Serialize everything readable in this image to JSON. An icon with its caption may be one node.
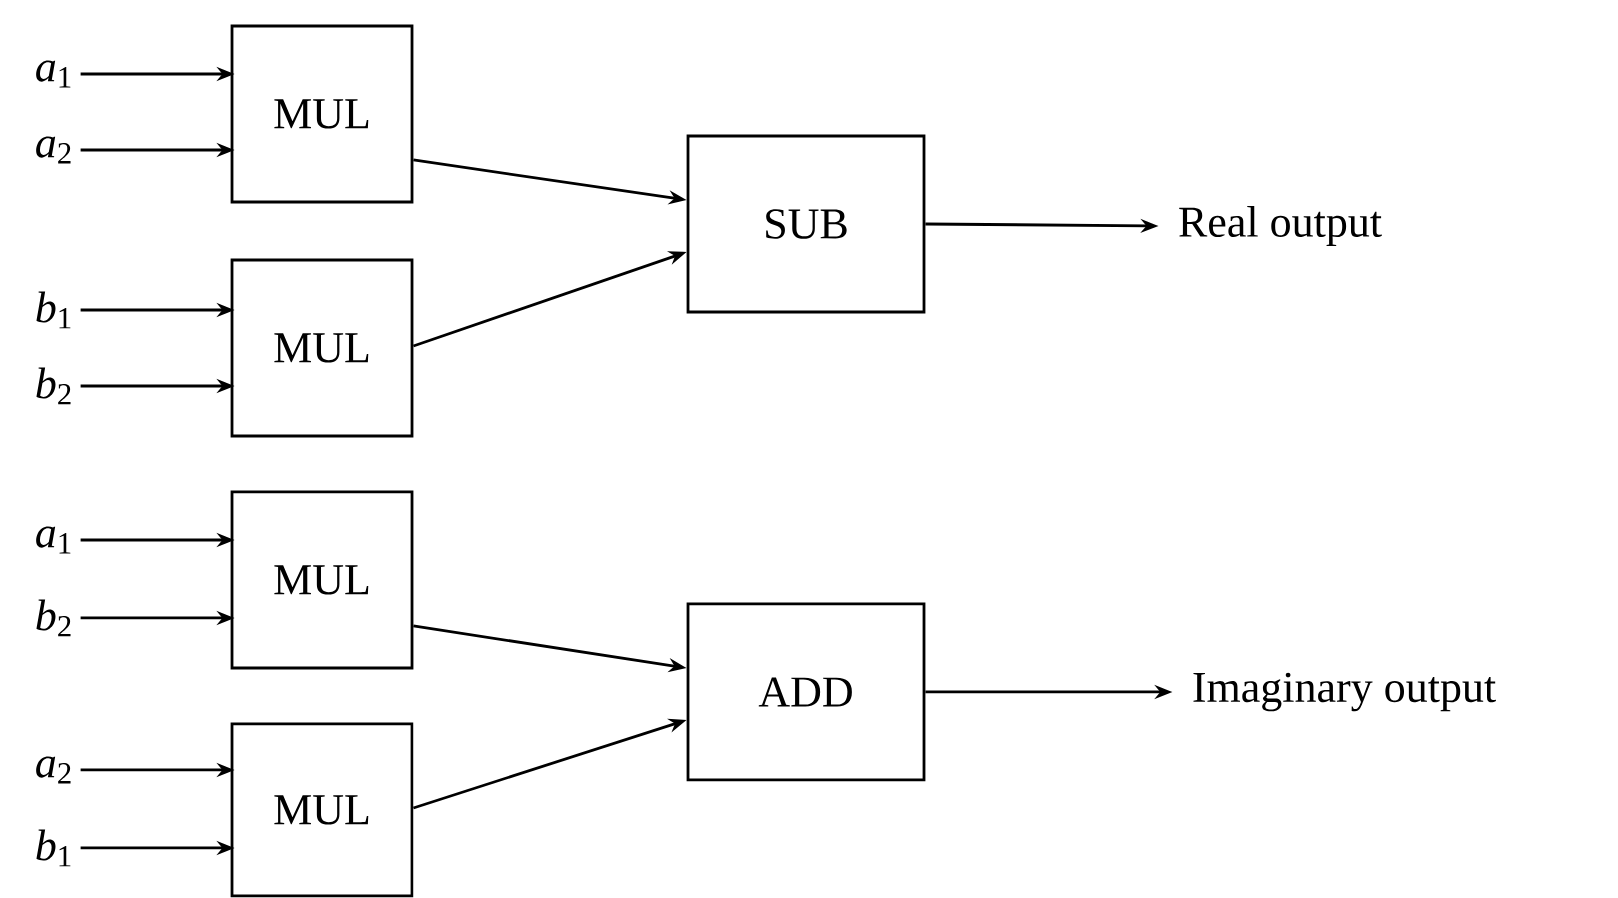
{
  "diagram": {
    "nodes": [
      {
        "text": [
          "*a*$_{1}$"
        ]
      },
      {
        "text": [
          "*a*$_{2}$"
        ]
      },
      {
        "text": [
          "MUL"
        ]
      },
      {
        "text": [
          "*b*$_{1}$"
        ]
      },
      {
        "text": [
          "*b*$_{2}$"
        ]
      },
      {
        "text": [
          "MUL"
        ]
      },
      {
        "text": [
          "SUB"
        ]
      },
      {
        "text": [
          "Real output"
        ]
      },
      {
        "text": [
          "*a*$_{1}$"
        ]
      },
      {
        "text": [
          "*b*$_{2}$"
        ]
      },
      {
        "text": [
          "MUL"
        ]
      },
      {
        "text": [
          "*a*$_{2}$"
        ]
      },
      {
        "text": [
          "*b*$_{1}$"
        ]
      },
      {
        "text": [
          "MUL"
        ]
      },
      {
        "text": [
          "ADD"
        ]
      },
      {
        "text": [
          "Imaginary output"
        ]
      }
    ],
    "edges": [
      {
        "from": 0,
        "to": 2,
        "arrow": "to"
      },
      {
        "from": 1,
        "to": 2,
        "arrow": "to"
      },
      {
        "from": 3,
        "to": 5,
        "arrow": "to"
      },
      {
        "from": 4,
        "to": 5,
        "arrow": "to"
      },
      {
        "from": 2,
        "to": 6,
        "arrow": "to"
      },
      {
        "from": 5,
        "to": 6,
        "arrow": "to"
      },
      {
        "from": 6,
        "to": 7,
        "arrow": "to"
      },
      {
        "from": 8,
        "to": 10,
        "arrow": "to"
      },
      {
        "from": 9,
        "to": 10,
        "arrow": "to"
      },
      {
        "from": 11,
        "to": 13,
        "arrow": "to"
      },
      {
        "from": 12,
        "to": 13,
        "arrow": "to"
      },
      {
        "from": 10,
        "to": 14,
        "arrow": "to"
      },
      {
        "from": 13,
        "to": 14,
        "arrow": "to"
      },
      {
        "from": 14,
        "to": 15,
        "arrow": "to"
      }
    ]
  }
}
